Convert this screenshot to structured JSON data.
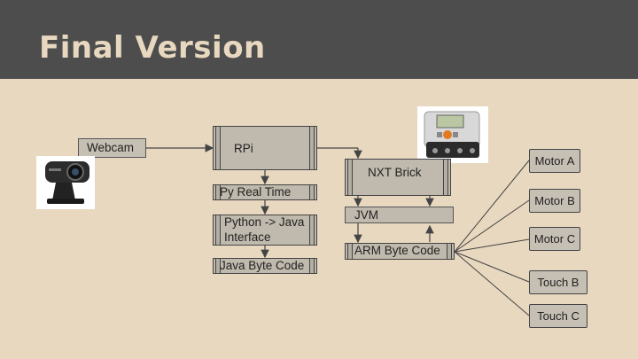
{
  "slide": {
    "title": "Final Version"
  },
  "diagram": {
    "webcam_label": "Webcam",
    "rpi_label": "RPi",
    "py_real_time": "Py Real Time",
    "python_java_line1": "Python -> Java",
    "python_java_line2": "Interface",
    "java_byte_code": "Java Byte Code",
    "nxt_brick": "NXT Brick",
    "jvm": "JVM",
    "arm_byte_code": "ARM Byte Code",
    "outputs": [
      "Motor A",
      "Motor B",
      "Motor C",
      "Touch B",
      "Touch C"
    ]
  },
  "icons": {
    "webcam": "webcam-image",
    "nxt": "lego-nxt-brick-image"
  },
  "colors": {
    "header_bg": "#4d4d4d",
    "slide_bg": "#e8d8bf",
    "title_text": "#e8d8bf",
    "box_fill": "#c0b9ad"
  }
}
